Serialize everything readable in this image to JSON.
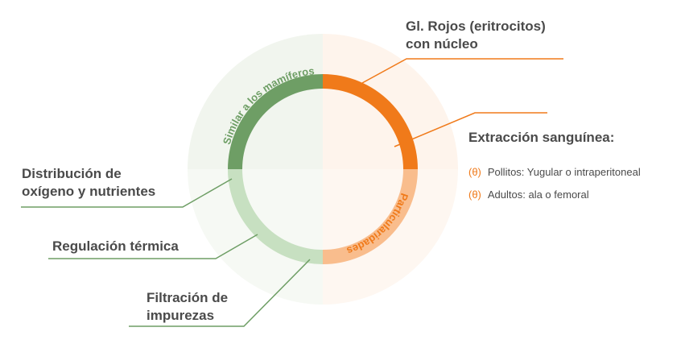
{
  "diagram": {
    "green_section_title": "Similar a los mamíferos",
    "orange_section_title": "Particularidades",
    "right_top_label": "Gl. Rojos (eritrocitos)\ncon núcleo",
    "extraction": {
      "title": "Extracción sanguínea:",
      "bullet_glyph": "(θ)",
      "items": [
        "Pollitos: Yugular o intraperitoneal",
        "Adultos: ala o femoral"
      ]
    },
    "left_labels": [
      "Distribución de\noxígeno y nutrientes",
      "Regulación térmica",
      "Filtración de\nimpurezas"
    ]
  },
  "colors": {
    "green_dark": "#6e9e65",
    "green_light": "#c7e0c1",
    "green_bg": "#f3f7f1",
    "orange_dark": "#f07a1a",
    "orange_light": "#f9bd8d",
    "orange_bg": "#fef4ec",
    "text": "#4a4a4a"
  }
}
